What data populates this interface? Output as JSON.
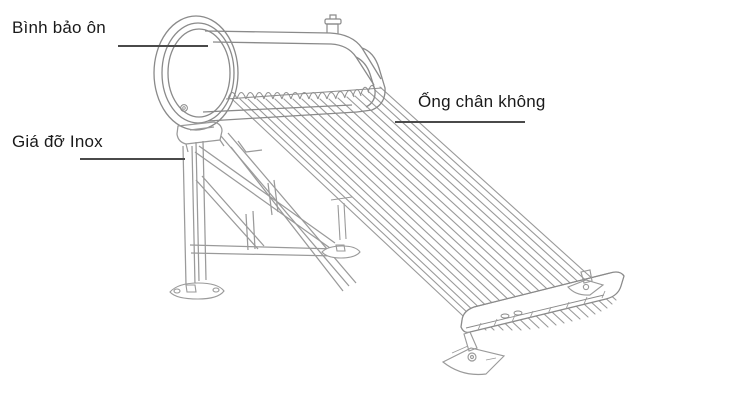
{
  "diagram": {
    "title": "Solar water heater exploded line drawing",
    "type": "technical-line-drawing",
    "background_color": "#ffffff",
    "line_color": "#8a8a8a",
    "label_color": "#1a1a1a",
    "leader_color": "#4a4a4a"
  },
  "labels": {
    "tank": "Bình bảo ôn",
    "frame": "Giá đỡ Inox",
    "tubes": "Ống chân không"
  },
  "parts": {
    "tank_name": "insulated-storage-tank",
    "tube_count": 19,
    "frame_name": "stainless-steel-support-frame",
    "foot_count": 5
  }
}
